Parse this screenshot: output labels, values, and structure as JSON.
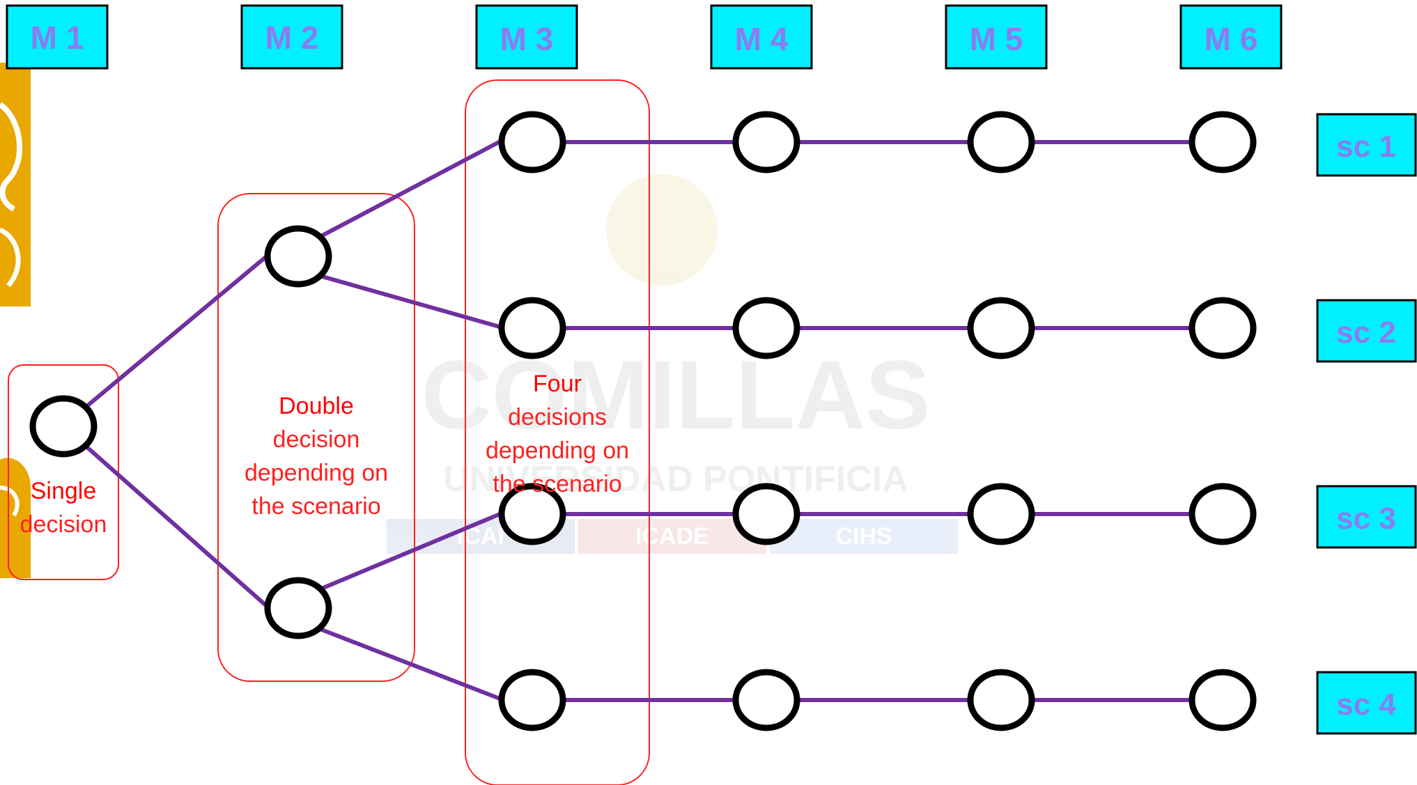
{
  "colors": {
    "label_fill": "#00f0ff",
    "label_text": "#8a7cf0",
    "edge": "#7030a0",
    "node_stroke": "#000000",
    "frame": "#ff2020",
    "note_text": "#ff0000",
    "left_decoration": "#e8a800"
  },
  "stages": [
    {
      "id": "m1",
      "label": "M 1"
    },
    {
      "id": "m2",
      "label": "M 2"
    },
    {
      "id": "m3",
      "label": "M 3"
    },
    {
      "id": "m4",
      "label": "M 4"
    },
    {
      "id": "m5",
      "label": "M 5"
    },
    {
      "id": "m6",
      "label": "M 6"
    }
  ],
  "scenarios": [
    {
      "id": "sc1",
      "label": "sc 1"
    },
    {
      "id": "sc2",
      "label": "sc 2"
    },
    {
      "id": "sc3",
      "label": "sc 3"
    },
    {
      "id": "sc4",
      "label": "sc 4"
    }
  ],
  "notes": {
    "single": {
      "bold": "Single",
      "rest": "decision"
    },
    "double": {
      "bold": "Double",
      "lines": [
        "decision",
        "depending on",
        "the scenario"
      ]
    },
    "four": {
      "bold": "Four",
      "lines": [
        "decisions",
        "depending on",
        "the scenario"
      ]
    }
  },
  "watermark": {
    "title": "COMILLAS",
    "subtitle": "UNIVERSIDAD PONTIFICIA",
    "bands": [
      "ICAI",
      "ICADE",
      "CIHS"
    ]
  }
}
